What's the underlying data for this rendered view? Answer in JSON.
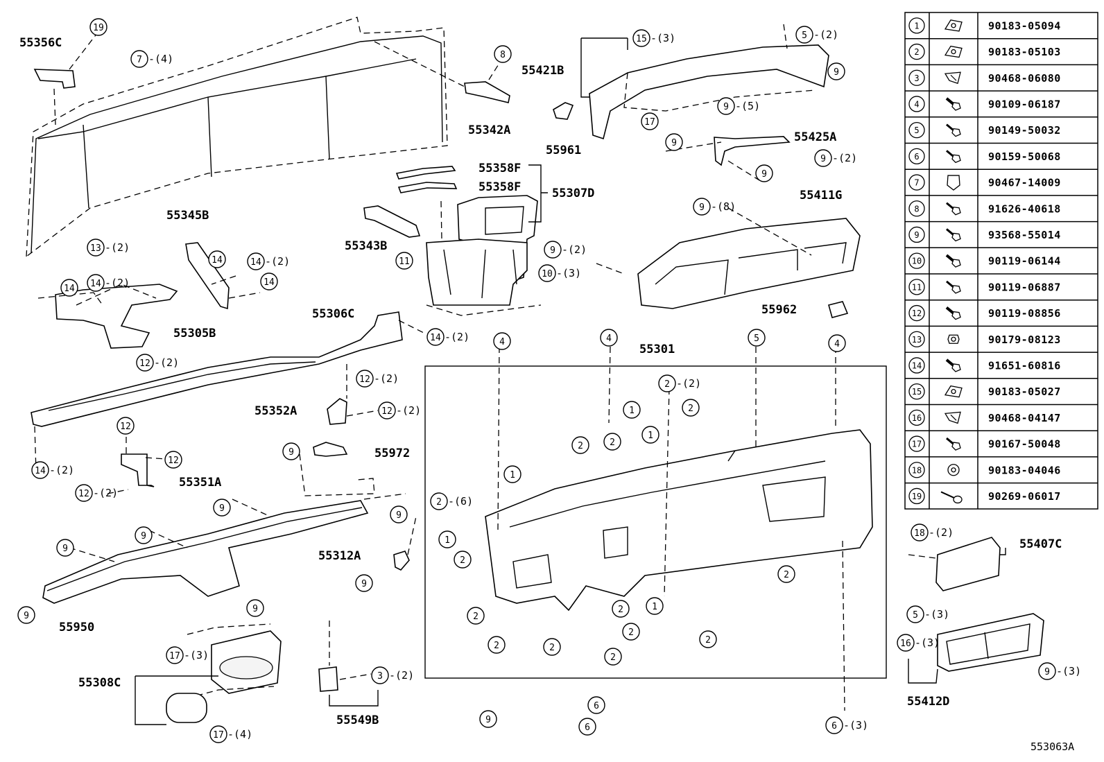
{
  "diagram_code": "553063A",
  "part_labels": [
    {
      "id": "55356C",
      "text": "55356C"
    },
    {
      "id": "55342A",
      "text": "55342A"
    },
    {
      "id": "55421B",
      "text": "55421B"
    },
    {
      "id": "55961",
      "text": "55961"
    },
    {
      "id": "55425A",
      "text": "55425A"
    },
    {
      "id": "55358F_a",
      "text": "55358F"
    },
    {
      "id": "55358F_b",
      "text": "55358F"
    },
    {
      "id": "55307D",
      "text": "55307D"
    },
    {
      "id": "55343B",
      "text": "55343B"
    },
    {
      "id": "55345B",
      "text": "55345B"
    },
    {
      "id": "55305B",
      "text": "55305B"
    },
    {
      "id": "55306C",
      "text": "55306C"
    },
    {
      "id": "55411G",
      "text": "55411G"
    },
    {
      "id": "55962",
      "text": "55962"
    },
    {
      "id": "55301",
      "text": "55301"
    },
    {
      "id": "55352A",
      "text": "55352A"
    },
    {
      "id": "55972",
      "text": "55972"
    },
    {
      "id": "55351A",
      "text": "55351A"
    },
    {
      "id": "55312A",
      "text": "55312A"
    },
    {
      "id": "55950",
      "text": "55950"
    },
    {
      "id": "55407C",
      "text": "55407C"
    },
    {
      "id": "55308C",
      "text": "55308C"
    },
    {
      "id": "55549B",
      "text": "55549B"
    },
    {
      "id": "55412D",
      "text": "55412D"
    }
  ],
  "callouts": [
    {
      "n": "19",
      "q": ""
    },
    {
      "n": "7",
      "q": "-(4)"
    },
    {
      "n": "8",
      "q": ""
    },
    {
      "n": "15",
      "q": "-(3)"
    },
    {
      "n": "5",
      "q": "-(2)"
    },
    {
      "n": "9",
      "q": ""
    },
    {
      "n": "9",
      "q": "-(5)"
    },
    {
      "n": "17",
      "q": ""
    },
    {
      "n": "9",
      "q": ""
    },
    {
      "n": "9",
      "q": "-(2)"
    },
    {
      "n": "9",
      "q": ""
    },
    {
      "n": "9",
      "q": "-(8)"
    },
    {
      "n": "11",
      "q": ""
    },
    {
      "n": "9",
      "q": "-(2)"
    },
    {
      "n": "10",
      "q": "-(3)"
    },
    {
      "n": "13",
      "q": "-(2)"
    },
    {
      "n": "14",
      "q": ""
    },
    {
      "n": "14",
      "q": "-(2)"
    },
    {
      "n": "14",
      "q": ""
    },
    {
      "n": "14",
      "q": "-(2)"
    },
    {
      "n": "14",
      "q": ""
    },
    {
      "n": "12",
      "q": "-(2)"
    },
    {
      "n": "14",
      "q": "-(2)"
    },
    {
      "n": "12",
      "q": "-(2)"
    },
    {
      "n": "12",
      "q": "-(2)"
    },
    {
      "n": "12",
      "q": ""
    },
    {
      "n": "12",
      "q": ""
    },
    {
      "n": "12",
      "q": "-(2)"
    },
    {
      "n": "14",
      "q": "-(2)"
    },
    {
      "n": "9",
      "q": ""
    },
    {
      "n": "4",
      "q": ""
    },
    {
      "n": "4",
      "q": ""
    },
    {
      "n": "5",
      "q": ""
    },
    {
      "n": "4",
      "q": ""
    },
    {
      "n": "2",
      "q": "-(2)"
    },
    {
      "n": "1",
      "q": ""
    },
    {
      "n": "2",
      "q": ""
    },
    {
      "n": "1",
      "q": ""
    },
    {
      "n": "2",
      "q": ""
    },
    {
      "n": "2",
      "q": ""
    },
    {
      "n": "1",
      "q": ""
    },
    {
      "n": "2",
      "q": "-(6)"
    },
    {
      "n": "1",
      "q": ""
    },
    {
      "n": "2",
      "q": ""
    },
    {
      "n": "2",
      "q": ""
    },
    {
      "n": "2",
      "q": ""
    },
    {
      "n": "2",
      "q": ""
    },
    {
      "n": "2",
      "q": ""
    },
    {
      "n": "2",
      "q": ""
    },
    {
      "n": "1",
      "q": ""
    },
    {
      "n": "2",
      "q": ""
    },
    {
      "n": "2",
      "q": ""
    },
    {
      "n": "2",
      "q": ""
    },
    {
      "n": "9",
      "q": ""
    },
    {
      "n": "9",
      "q": ""
    },
    {
      "n": "9",
      "q": ""
    },
    {
      "n": "9",
      "q": ""
    },
    {
      "n": "9",
      "q": ""
    },
    {
      "n": "9",
      "q": ""
    },
    {
      "n": "9",
      "q": ""
    },
    {
      "n": "18",
      "q": "-(2)"
    },
    {
      "n": "5",
      "q": "-(3)"
    },
    {
      "n": "16",
      "q": "-(3)"
    },
    {
      "n": "9",
      "q": "-(3)"
    },
    {
      "n": "17",
      "q": "-(3)"
    },
    {
      "n": "17",
      "q": "-(4)"
    },
    {
      "n": "3",
      "q": "-(2)"
    },
    {
      "n": "9",
      "q": ""
    },
    {
      "n": "6",
      "q": ""
    },
    {
      "n": "6",
      "q": ""
    },
    {
      "n": "6",
      "q": "-(3)"
    }
  ],
  "fastener_table": [
    {
      "n": "1",
      "part": "90183-05094",
      "icon": "clip-nut-icon"
    },
    {
      "n": "2",
      "part": "90183-05103",
      "icon": "clip-nut-icon"
    },
    {
      "n": "3",
      "part": "90468-06080",
      "icon": "spring-clip-icon"
    },
    {
      "n": "4",
      "part": "90109-06187",
      "icon": "bolt-icon"
    },
    {
      "n": "5",
      "part": "90149-50032",
      "icon": "screw-icon"
    },
    {
      "n": "6",
      "part": "90159-50068",
      "icon": "screw-icon"
    },
    {
      "n": "7",
      "part": "90467-14009",
      "icon": "push-clip-icon"
    },
    {
      "n": "8",
      "part": "91626-40618",
      "icon": "screw-icon"
    },
    {
      "n": "9",
      "part": "93568-55014",
      "icon": "screw-icon"
    },
    {
      "n": "10",
      "part": "90119-06144",
      "icon": "bolt-icon"
    },
    {
      "n": "11",
      "part": "90119-06887",
      "icon": "screw-icon"
    },
    {
      "n": "12",
      "part": "90119-08856",
      "icon": "bolt-icon"
    },
    {
      "n": "13",
      "part": "90179-08123",
      "icon": "nut-icon"
    },
    {
      "n": "14",
      "part": "91651-60816",
      "icon": "bolt-icon"
    },
    {
      "n": "15",
      "part": "90183-05027",
      "icon": "clip-nut-icon"
    },
    {
      "n": "16",
      "part": "90468-04147",
      "icon": "spring-clip-icon"
    },
    {
      "n": "17",
      "part": "90167-50048",
      "icon": "screw-icon"
    },
    {
      "n": "18",
      "part": "90183-04046",
      "icon": "grommet-icon"
    },
    {
      "n": "19",
      "part": "90269-06017",
      "icon": "rivet-icon"
    }
  ]
}
